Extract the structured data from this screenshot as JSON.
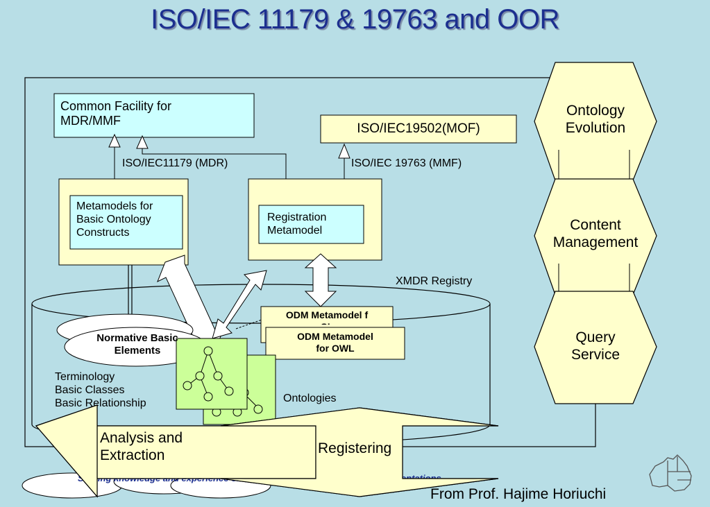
{
  "title": "ISO/IEC 11179 & 19763 and OOR",
  "boxes": {
    "common_facility": "Common Facility for\nMDR/MMF",
    "mof": "ISO/IEC19502(MOF)",
    "metamodels_basic": "Metamodels for\nBasic Ontology\nConstructs",
    "registration_metamodel": "Registration\nMetamodel",
    "odm_back": "ODM Metamodel f\nCL",
    "odm_front": "ODM Metamodel\nfor OWL",
    "normative": "Normative Basic\nElements"
  },
  "labels": {
    "mdr": "ISO/IEC11179 (MDR)",
    "mmf": "ISO/IEC 19763 (MMF)",
    "xmdr": "XMDR Registry",
    "terminology": "Terminology\nBasic Classes\nBasic Relationship",
    "ontologies": "Ontologies"
  },
  "side_arrows": {
    "ontology_evolution": "Ontology\nEvolution",
    "content_management": "Content\nManagement",
    "query_service": "Query\nService"
  },
  "bottom": {
    "analysis": "Analysis  and\nExtraction",
    "registering": "Registering",
    "footer_text": "Sharing knowledge and experience on standards, technologies and implementations.",
    "credit": "From Prof. Hajime Horiuchi"
  },
  "colors": {
    "background": "#b8dee6",
    "title": "#1c2f8f",
    "box_yellow": "#ffffcc",
    "box_cyan": "#ccffff",
    "ontology_green": "#ccff99",
    "white_ellipse": "#ffffff"
  },
  "icons": {
    "map": "australia-map-icon"
  }
}
